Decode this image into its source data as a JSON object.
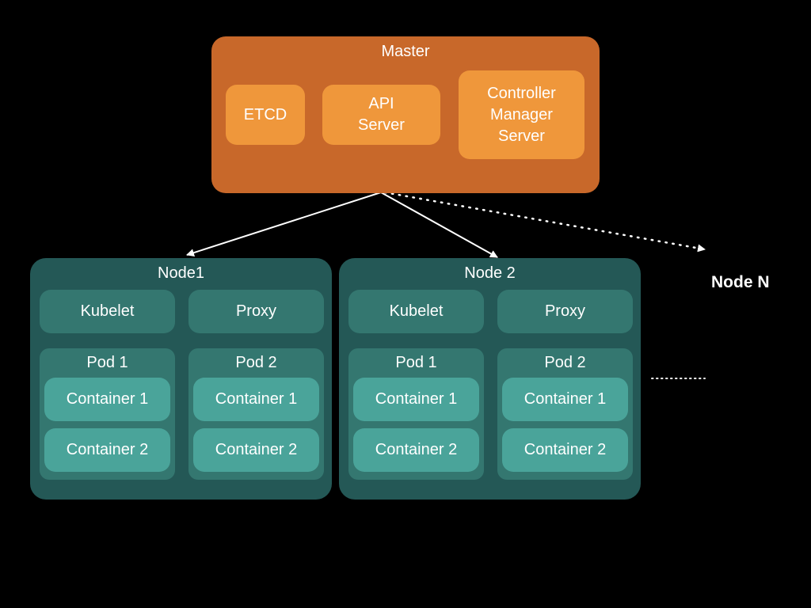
{
  "master": {
    "title": "Master",
    "components": [
      {
        "label": "ETCD"
      },
      {
        "label": "API\nServer"
      },
      {
        "label": "Controller\nManager\nServer"
      }
    ]
  },
  "nodes": [
    {
      "title": "Node1",
      "kubelet": "Kubelet",
      "proxy": "Proxy",
      "pods": [
        {
          "title": "Pod 1",
          "containers": [
            "Container 1",
            "Container 2"
          ]
        },
        {
          "title": "Pod 2",
          "containers": [
            "Container 1",
            "Container 2"
          ]
        }
      ]
    },
    {
      "title": "Node 2",
      "kubelet": "Kubelet",
      "proxy": "Proxy",
      "pods": [
        {
          "title": "Pod 1",
          "containers": [
            "Container 1",
            "Container 2"
          ]
        },
        {
          "title": "Pod 2",
          "containers": [
            "Container 1",
            "Container 2"
          ]
        }
      ]
    }
  ],
  "node_n": {
    "label": "Node N"
  },
  "ellipsis": "............",
  "colors": {
    "background": "#000000",
    "master": "#c8682a",
    "master_component": "#ef973b",
    "node": "#245856",
    "node_component": "#347770",
    "container": "#4aa49a",
    "text": "#ffffff"
  }
}
